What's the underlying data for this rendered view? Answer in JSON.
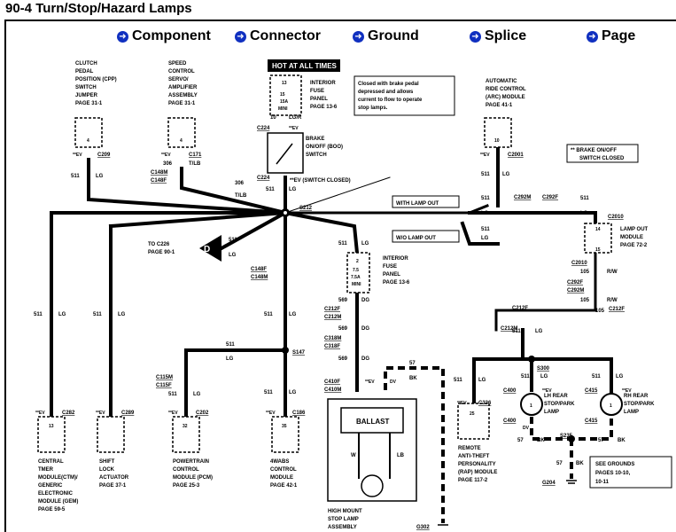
{
  "title": "90-4 Turn/Stop/Hazard Lamps",
  "nav": {
    "component": "Component",
    "connector": "Connector",
    "ground": "Ground",
    "splice": "Splice",
    "page": "Page",
    "arrow_glyph": "➜"
  },
  "components": {
    "cpp": [
      "CLUTCH",
      "PEDAL",
      "POSITION (CPP)",
      "SWITCH",
      "JUMPER",
      "PAGE  31-1"
    ],
    "speed": [
      "SPEED",
      "CONTROL",
      "SERVO/",
      "AMPLIFIER",
      "ASSEMBLY",
      "PAGE  31-1"
    ],
    "fuse_top": [
      "INTERIOR",
      "FUSE",
      "PANEL",
      "PAGE  13-6"
    ],
    "boo": [
      "BRAKE",
      "ON/OFF (BOO)",
      "SWITCH"
    ],
    "arc": [
      "AUTOMATIC",
      "RIDE CONTROL",
      "(ARC) MODULE",
      "PAGE  41-1"
    ],
    "lamp_out": [
      "LAMP OUT",
      "MODULE",
      "PAGE  72-2"
    ],
    "fuse_mid": [
      "INTERIOR",
      "FUSE",
      "PANEL",
      "PAGE  13-6"
    ],
    "ctm": [
      "CENTRAL",
      "TMER",
      "MODULE(CTM)/",
      "GENERIC",
      "ELECTRONIC",
      "MODULE (GEM)",
      "PAGE  59-5"
    ],
    "shift": [
      "SHIFT",
      "LOCK",
      "ACTUATOR",
      "PAGE  37-1"
    ],
    "pcm": [
      "POWERTRAIN",
      "CONTROL",
      "MODULE (PCM)",
      "PAGE  25-3"
    ],
    "wabs": [
      "4WABS",
      "CONTROL",
      "MODULE",
      "PAGE  42-1"
    ],
    "hmsl": [
      "HIGH MOUNT",
      "STOP LAMP",
      "ASSEMBLY"
    ],
    "rap": [
      "REMOTE",
      "ANTI-THEFT",
      "PERSONALITY",
      "(RAP)  MODULE",
      "PAGE  117-2"
    ],
    "lh": [
      "LH REAR",
      "STOP/PARK",
      "LAMP"
    ],
    "rh": [
      "RH REAR",
      "STOP/PARK",
      "LAMP"
    ],
    "grounds": [
      "SEE  GROUNDS",
      "PAGES  10-10,",
      "10-11"
    ],
    "ballast": "BALLAST",
    "hot": "HOT AT ALL TIMES",
    "note": [
      "Closed with brake pedal",
      "depressed and allows",
      "current to flow to operate",
      "stop lamps."
    ],
    "boo_note": [
      "** BRAKE ON/OFF",
      "SWITCH CLOSED"
    ],
    "with_lamp_out": "WITH LAMP OUT",
    "wo_lamp_out": "W/O LAMP OUT",
    "to_c226": [
      "TO C226",
      "PAGE  90-1"
    ],
    "d_marker": "D",
    "sw_closed": "**EV (SWITCH CLOSED)"
  },
  "connectors": {
    "c209": "C209",
    "c171": "C171",
    "c148m_a": "C148M",
    "c148f_a": "C148F",
    "c224a": "C224",
    "c224b": "C224",
    "c2001": "C2001",
    "c292m": "C292M",
    "c292f": "C292F",
    "c2010a": "C2010",
    "c2010b": "C2010",
    "c292f_b": "C292F",
    "c292m_b": "C292M",
    "c212f_r": "C212F",
    "c148f": "C148F",
    "c148m": "C148M",
    "c212f": "C212F",
    "c212m": "C212M",
    "c318m": "C318M",
    "c318f": "C318F",
    "c410f": "C410F",
    "c410m": "C410M",
    "c115m": "C115M",
    "c115f": "C115F",
    "c282": "C282",
    "c289": "C289",
    "c202": "C202",
    "c186": "C186",
    "c212f_b": "C212F",
    "c212m_b": "C212M",
    "c336": "C336",
    "c400a": "C400",
    "c400b": "C400",
    "c415a": "C415",
    "c415b": "C415"
  },
  "splices": {
    "s212": "S212",
    "s147": "S147",
    "s300": "S300",
    "s235": "S235"
  },
  "grounds_ids": {
    "g302": "G302",
    "g204": "G204"
  },
  "wires": {
    "w511": "511",
    "lg": "LG",
    "w306": "306",
    "tlb": "T/LB",
    "w10": "10",
    "lgr": "LG/R",
    "w569": "569",
    "dg": "DG",
    "w105": "105",
    "rw": "R/W",
    "w57": "57",
    "bk": "BK",
    "w": "W",
    "lb": "LB"
  },
  "pins": {
    "p4a": "4",
    "p4b": "4",
    "p10": "10",
    "p14": "14",
    "p15": "15",
    "p2": "2",
    "p13": "13",
    "p13b": "13",
    "p32": "32",
    "p35": "35",
    "p25": "25",
    "p1": "1",
    "p1b": "1"
  },
  "fuse": {
    "top": [
      "15",
      "15A",
      "MINI"
    ],
    "mid": [
      "7.5",
      "7.5A",
      "MINI"
    ]
  },
  "ev": "**EV",
  "dv": "DV"
}
